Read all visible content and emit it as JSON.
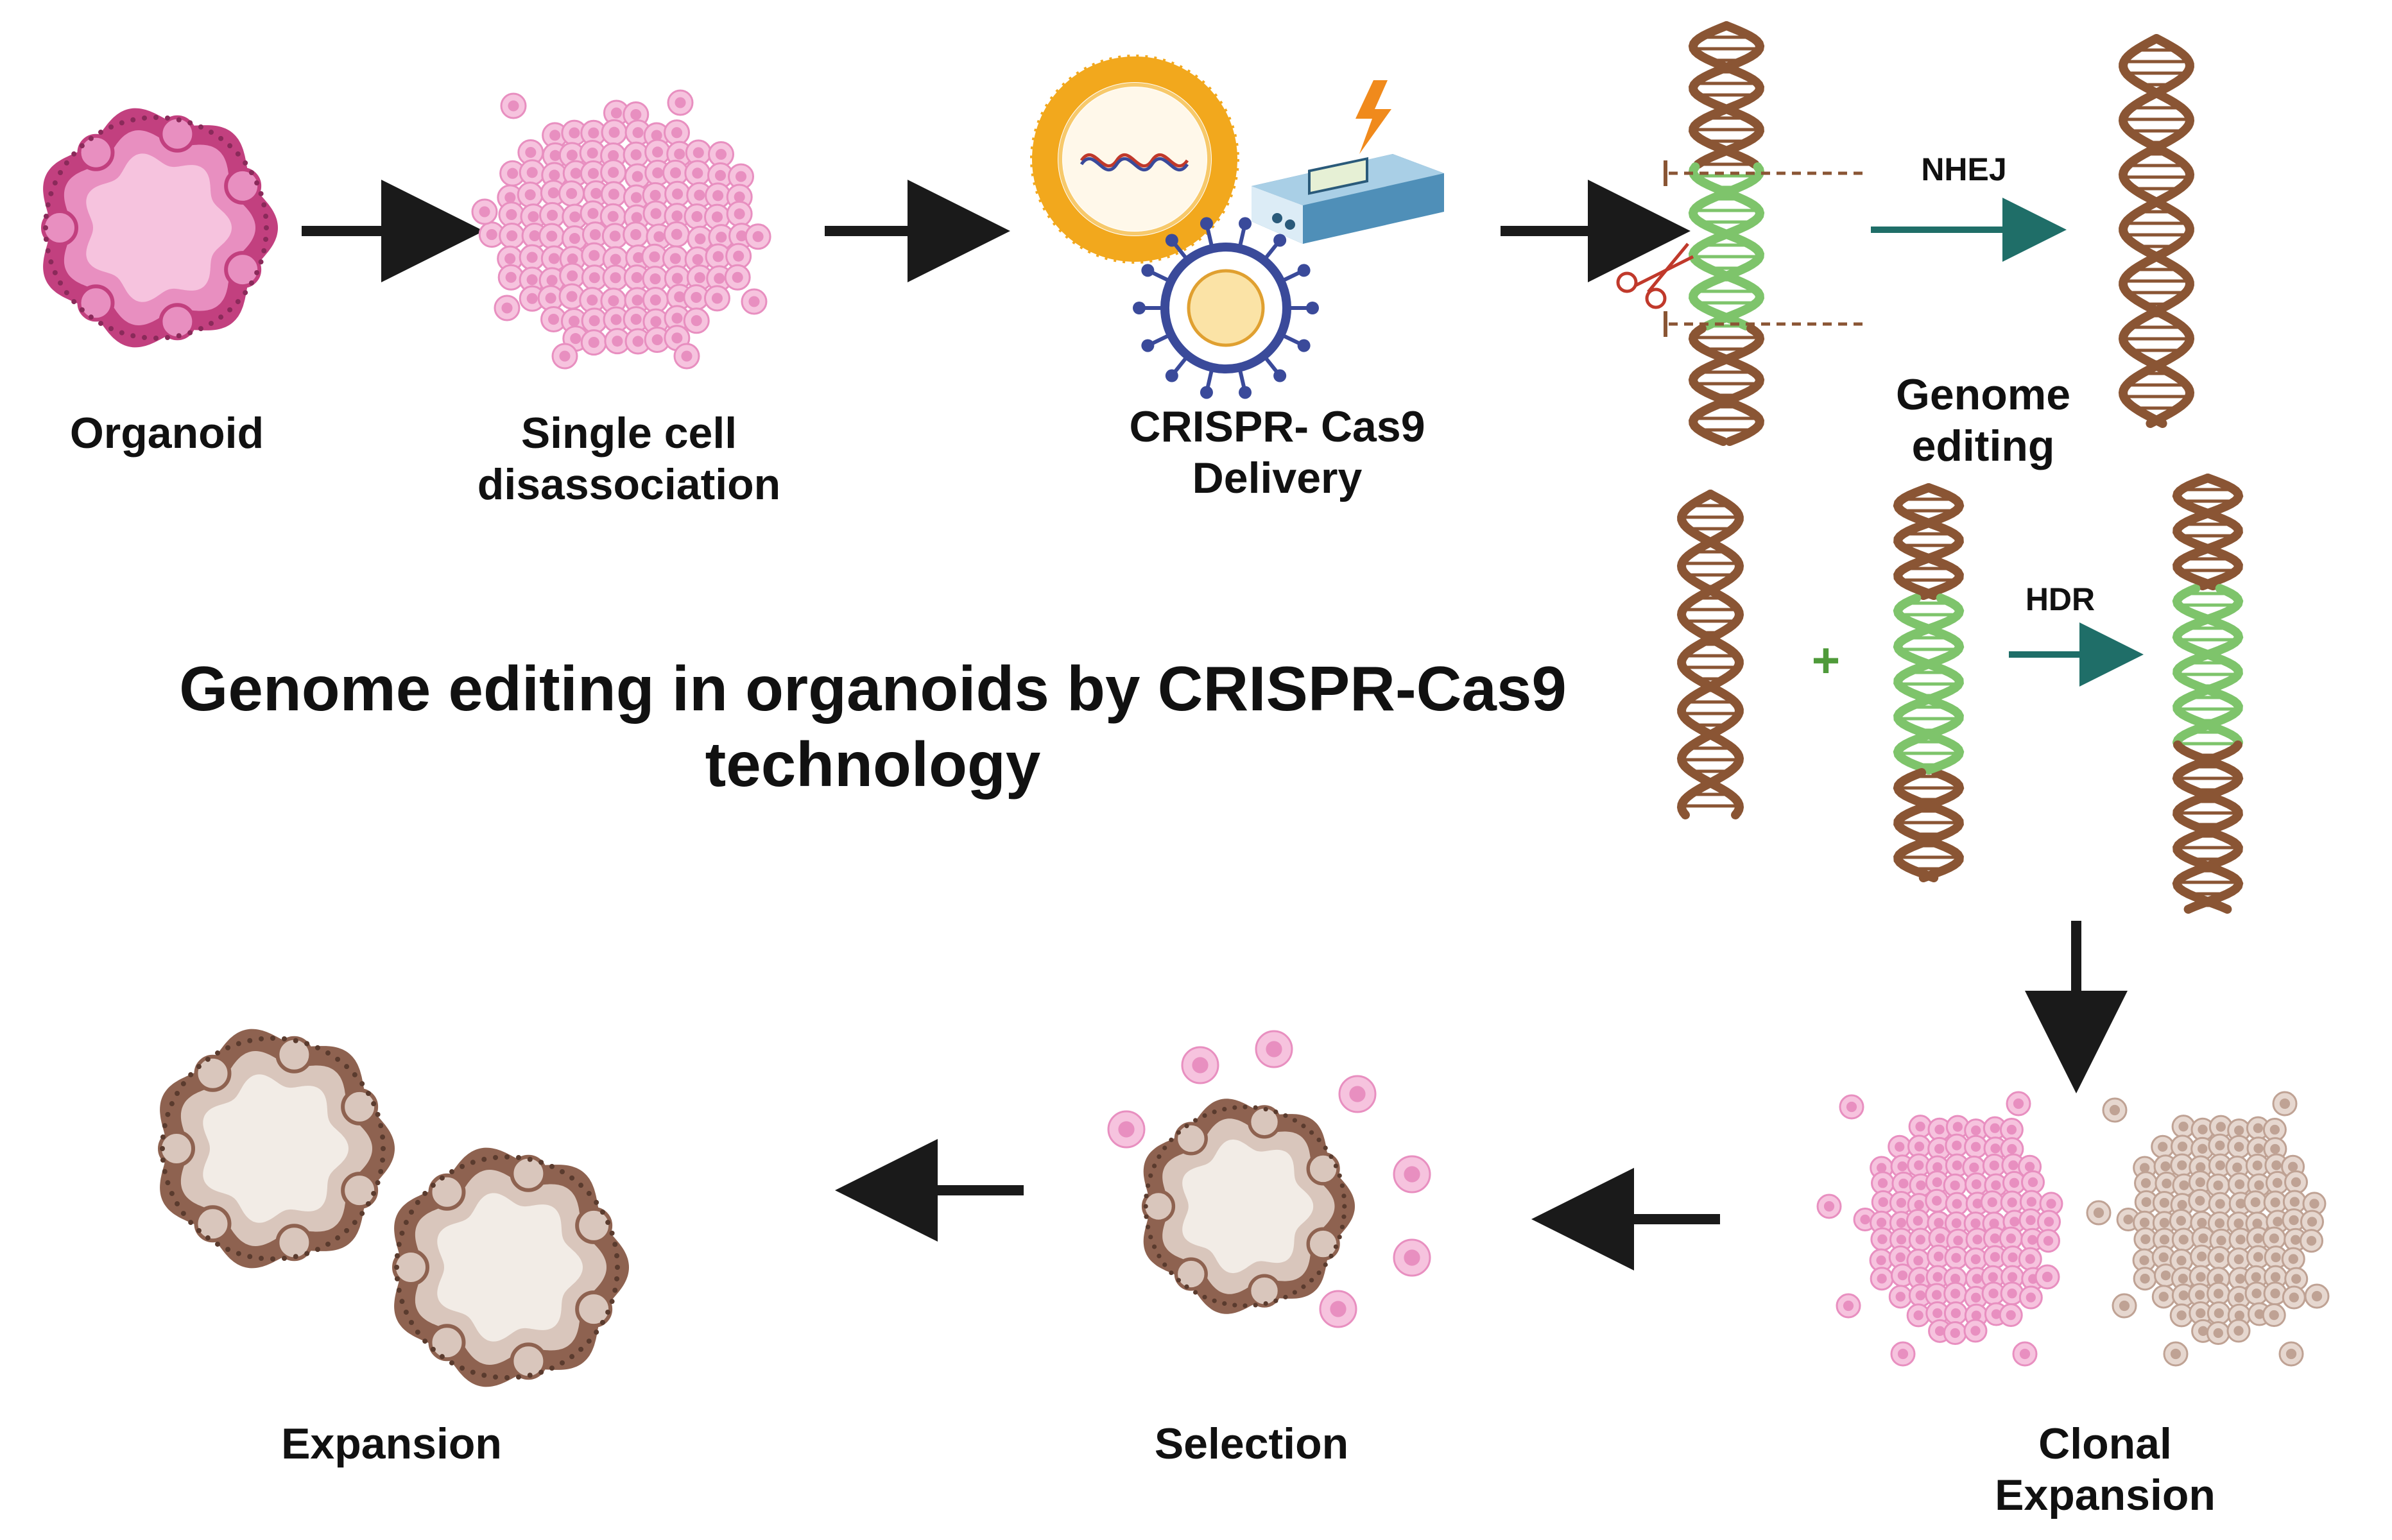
{
  "title": "Genome editing in organoids by CRISPR-Cas9 technology",
  "steps": {
    "organoid": "Organoid",
    "single_cell": "Single cell disassociation",
    "crispr_delivery": "CRISPR- Cas9 Delivery",
    "genome_editing": "Genome editing",
    "nhej": "NHEJ",
    "hdr": "HDR",
    "plus": "+",
    "clonal_expansion": "Clonal Expansion",
    "selection": "Selection",
    "expansion": "Expansion"
  },
  "colors": {
    "pink": "#e88fc0",
    "pink_light": "#f6c3de",
    "magenta": "#c2407f",
    "dna_brown": "#8a5534",
    "dna_green": "#7ec46b",
    "organoid_brown": "#8e6250",
    "organoid_fill": "#f2ece6",
    "teal_arrow": "#1f6e68",
    "arrow": "#1a1a1a",
    "liposome": "#f2a81d",
    "virus": "#3a4a9a",
    "device": "#4f8fb8",
    "bolt": "#f08a1c"
  }
}
